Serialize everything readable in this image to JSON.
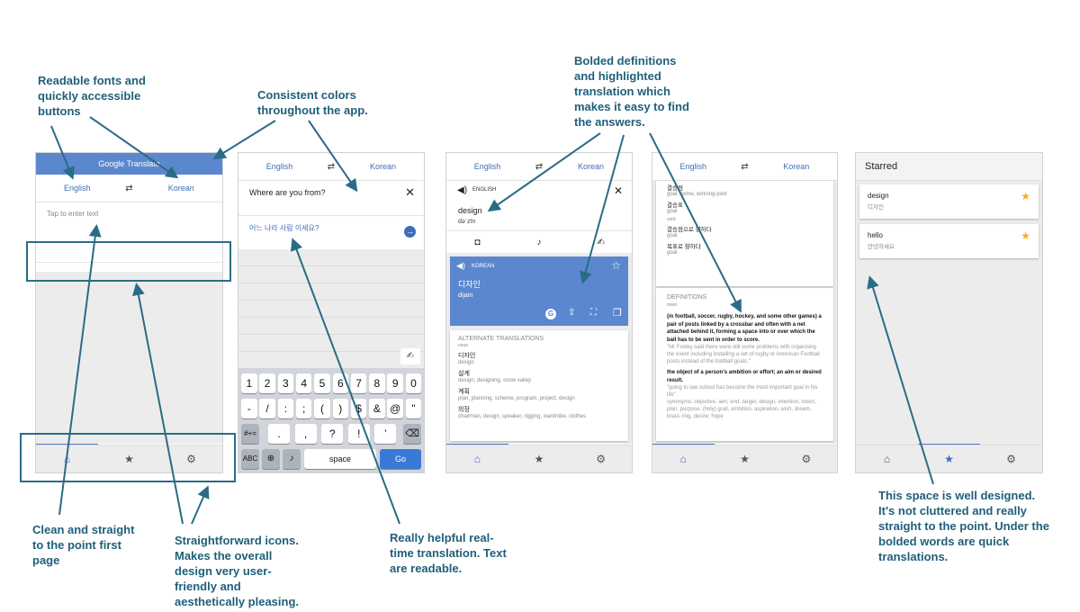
{
  "annotations": {
    "a1": "Readable fonts and quickly accessible buttons",
    "a2": "Consistent colors throughout the app.",
    "a3": "Bolded definitions and highlighted translation which makes it easy to find the answers.",
    "a4": "Clean and straight to the point first page",
    "a5": "Straightforward icons. Makes the overall design very user-friendly and aesthetically pleasing.",
    "a6": "Really helpful real-time translation. Text are readable.",
    "a7": "This space is well designed. It's not cluttered and really straight to the point. Under the bolded words are quick translations."
  },
  "s1": {
    "brand": "Google Translate",
    "src": "English",
    "dst": "Korean",
    "placeholder": "Tap to enter text"
  },
  "s2": {
    "src": "English",
    "dst": "Korean",
    "input": "Where are you from?",
    "output": "어느 나라 사람 이세요?",
    "row1": [
      "1",
      "2",
      "3",
      "4",
      "5",
      "6",
      "7",
      "8",
      "9",
      "0"
    ],
    "row2": [
      "-",
      "/",
      ":",
      ";",
      "(",
      ")",
      "$",
      "&",
      "@",
      "\""
    ],
    "row3": [
      ".",
      ",",
      "?",
      "!",
      "’"
    ],
    "k_sym": "#+=",
    "k_abc": "ABC",
    "k_space": "space",
    "k_go": "Go"
  },
  "s3": {
    "src": "English",
    "dst": "Korean",
    "srclang": "ENGLISH",
    "word": "design",
    "pron": "dəˈzīn",
    "tlang": "KOREAN",
    "trans": "디자인",
    "tpron": "dijain",
    "alt_title": "ALTERNATE TRANSLATIONS",
    "noun": "noun",
    "alts": [
      {
        "k": "디자인",
        "e": "design"
      },
      {
        "k": "설계",
        "e": "design, designing, snow valley"
      },
      {
        "k": "계획",
        "e": "plan, planning, scheme, program, project, design"
      },
      {
        "k": "의장",
        "e": "chairman, design, speaker, rigging, wardrobe, clothes"
      }
    ]
  },
  "s4": {
    "src": "English",
    "dst": "Korean",
    "top": [
      {
        "k": "결승점",
        "e": "goal, home, winning-post"
      },
      {
        "k": "결승표",
        "e": "goal"
      }
    ],
    "verb": "verb",
    "top2": [
      {
        "k": "결승점으로 향하다",
        "e": "goal"
      },
      {
        "k": "목표로 향하다",
        "e": "goal"
      }
    ],
    "def_title": "DEFINITIONS",
    "noun": "noun",
    "d1": "(in football, soccer, rugby, hockey, and some other games) a pair of posts linked by a crossbar and often with a net attached behind it, forming a space into or over which the ball has to be sent in order to score.",
    "e1": "\"Mr Foxley said there were still some problems with organising the event including installing a set of rugby or American Football posts instead of the football goals.\"",
    "d2": "the object of a person's ambition or effort; an aim or desired result.",
    "e2": "\"going to law school has become the most important goal in his life\"",
    "syn": "synonyms: objective, aim, end, target, design, intention, intent, plan, purpose, (holy) grail, ambition, aspiration, wish, dream, brass ring, desire, hope"
  },
  "s5": {
    "title": "Starred",
    "items": [
      {
        "w": "design",
        "t": "디자인"
      },
      {
        "w": "hello",
        "t": "안녕하세요"
      }
    ]
  },
  "colors": {
    "accent": "#3f6db6",
    "header_blue": "#5b87cf",
    "annotation": "#1f5f79",
    "star": "#f2b21b"
  }
}
